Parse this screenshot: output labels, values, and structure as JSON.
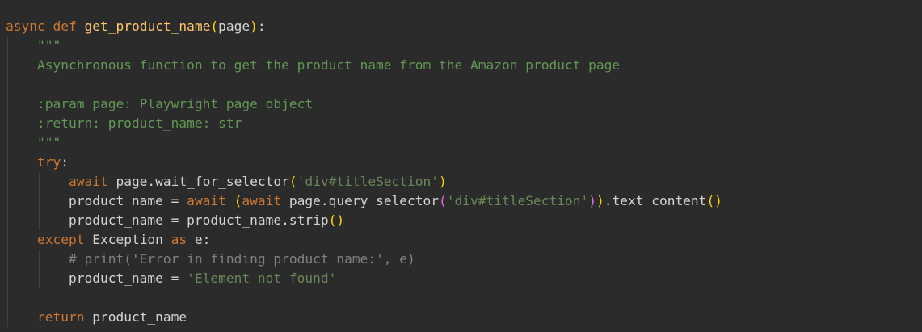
{
  "theme": {
    "background": "#2b2b2b",
    "default": "#d4d4d4",
    "keyword": "#cc7832",
    "function": "#ffc66d",
    "string": "#6a8759",
    "comment": "#808080",
    "docstring": "#629755",
    "bracket": "#ffd700",
    "paren_inner": "#da70d6"
  },
  "code": {
    "lines": [
      {
        "indent": 0,
        "tokens": [
          {
            "t": "async",
            "c": "keyword"
          },
          {
            "t": " ",
            "c": "default"
          },
          {
            "t": "def",
            "c": "keyword"
          },
          {
            "t": " ",
            "c": "default"
          },
          {
            "t": "get_product_name",
            "c": "function"
          },
          {
            "t": "(",
            "c": "bracket"
          },
          {
            "t": "page",
            "c": "default"
          },
          {
            "t": ")",
            "c": "bracket"
          },
          {
            "t": ":",
            "c": "default"
          }
        ]
      },
      {
        "indent": 1,
        "tokens": [
          {
            "t": "\"\"\"",
            "c": "docstring"
          }
        ]
      },
      {
        "indent": 1,
        "tokens": [
          {
            "t": "Asynchronous function to get the product name from the Amazon product page",
            "c": "docstring"
          }
        ]
      },
      {
        "indent": 1,
        "tokens": []
      },
      {
        "indent": 1,
        "tokens": [
          {
            "t": ":param page: Playwright page object",
            "c": "docstring"
          }
        ]
      },
      {
        "indent": 1,
        "tokens": [
          {
            "t": ":return: product_name: str",
            "c": "docstring"
          }
        ]
      },
      {
        "indent": 1,
        "tokens": [
          {
            "t": "\"\"\"",
            "c": "docstring"
          }
        ]
      },
      {
        "indent": 1,
        "tokens": [
          {
            "t": "try",
            "c": "keyword"
          },
          {
            "t": ":",
            "c": "default"
          }
        ]
      },
      {
        "indent": 2,
        "tokens": [
          {
            "t": "await",
            "c": "keyword"
          },
          {
            "t": " page.wait_for_selector",
            "c": "default"
          },
          {
            "t": "(",
            "c": "bracket"
          },
          {
            "t": "'div#titleSection'",
            "c": "string"
          },
          {
            "t": ")",
            "c": "bracket"
          }
        ]
      },
      {
        "indent": 2,
        "tokens": [
          {
            "t": "product_name = ",
            "c": "default"
          },
          {
            "t": "await",
            "c": "keyword"
          },
          {
            "t": " ",
            "c": "default"
          },
          {
            "t": "(",
            "c": "bracket"
          },
          {
            "t": "await",
            "c": "keyword"
          },
          {
            "t": " page.query_selector",
            "c": "default"
          },
          {
            "t": "(",
            "c": "paren_inner"
          },
          {
            "t": "'div#titleSection'",
            "c": "string"
          },
          {
            "t": ")",
            "c": "paren_inner"
          },
          {
            "t": ")",
            "c": "bracket"
          },
          {
            "t": ".text_content",
            "c": "default"
          },
          {
            "t": "()",
            "c": "bracket"
          }
        ]
      },
      {
        "indent": 2,
        "tokens": [
          {
            "t": "product_name = product_name.strip",
            "c": "default"
          },
          {
            "t": "()",
            "c": "bracket"
          }
        ]
      },
      {
        "indent": 1,
        "tokens": [
          {
            "t": "except",
            "c": "keyword"
          },
          {
            "t": " Exception ",
            "c": "default"
          },
          {
            "t": "as",
            "c": "keyword"
          },
          {
            "t": " e:",
            "c": "default"
          }
        ]
      },
      {
        "indent": 2,
        "tokens": [
          {
            "t": "# print('Error in finding product name:', e)",
            "c": "comment"
          }
        ]
      },
      {
        "indent": 2,
        "tokens": [
          {
            "t": "product_name = ",
            "c": "default"
          },
          {
            "t": "'Element not found'",
            "c": "string"
          }
        ]
      },
      {
        "indent": 1,
        "tokens": []
      },
      {
        "indent": 1,
        "tokens": [
          {
            "t": "return",
            "c": "keyword"
          },
          {
            "t": " product_name",
            "c": "default"
          }
        ]
      }
    ]
  }
}
